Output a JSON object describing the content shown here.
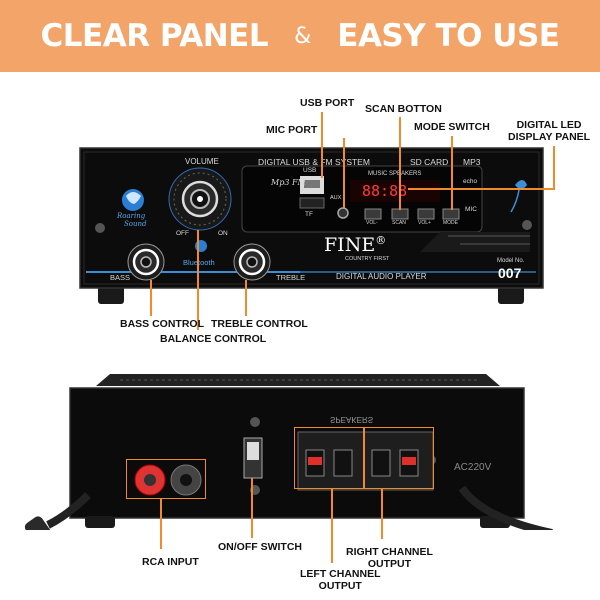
{
  "banner": {
    "left": "CLEAR PANEL",
    "amp": "&",
    "right": "EASY TO USE"
  },
  "front_callouts": {
    "usb_port": "USB PORT",
    "mic_port": "MIC PORT",
    "scan_button": "SCAN BOTTON",
    "mode_switch": "MODE SWITCH",
    "digital_led_line1": "DIGITAL LED",
    "digital_led_line2": "DISPLAY PANEL",
    "bass_control": "BASS CONTROL",
    "balance_control": "BALANCE CONTROL",
    "treble_control": "TREBLE CONTROL"
  },
  "front_panel": {
    "brand_line1": "Roaring",
    "brand_line2": "Sound",
    "volume": "VOLUME",
    "off": "OFF",
    "on": "ON",
    "bluetooth": "Bluetooth",
    "bass": "BASS",
    "treble": "TREBLE",
    "header": "DIGITAL USB & FM SYSTEM",
    "sd_card": "SD CARD",
    "mp3": "MP3",
    "mp3_fm": "Mp3 FM",
    "usb": "USB",
    "tf": "TF",
    "aux": "AUX",
    "music_speakers": "MUSIC SPEAKERS",
    "display": "88:88",
    "echo": "echo",
    "mic": "MIC",
    "vol_minus": "VOL-",
    "scan": "SCAN",
    "vol_plus": "VOL+",
    "mode": "MODE",
    "brand": "FINE",
    "reg": "®",
    "tagline": "COUNTRY FIRST",
    "digital_audio_player": "DIGITAL AUDIO PLAYER",
    "model_label": "Model No.",
    "model_no": "007"
  },
  "rear_panel": {
    "speakers": "SPEAKERS",
    "voltage": "AC220V"
  },
  "rear_callouts": {
    "rca_input": "RCA INPUT",
    "on_off_switch": "ON/OFF SWITCH",
    "right_channel_line1": "RIGHT CHANNEL",
    "right_channel_line2": "OUTPUT",
    "left_channel_line1": "LEFT CHANNEL",
    "left_channel_line2": "OUTPUT"
  },
  "colors": {
    "banner": "#f3a468",
    "callout_line": "#f08a2a",
    "device": "#111111",
    "display_red": "#ff3a3a",
    "accent_blue": "#3b8fd8"
  }
}
